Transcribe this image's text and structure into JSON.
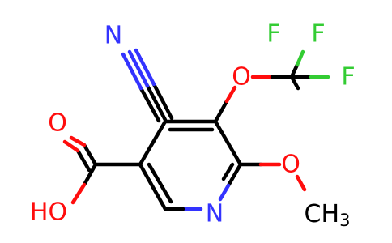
{
  "molecule": {
    "atoms": {
      "n_nitrile": {
        "symbol": "N",
        "color": "#3333ff"
      },
      "o_ether": {
        "symbol": "O",
        "color": "#ff0d0d"
      },
      "f1": {
        "symbol": "F",
        "color": "#33cc33"
      },
      "f2": {
        "symbol": "F",
        "color": "#33cc33"
      },
      "f3": {
        "symbol": "F",
        "color": "#33cc33"
      },
      "o_carbonyl": {
        "symbol": "O",
        "color": "#ff0d0d"
      },
      "oh": {
        "symbol": "HO",
        "color": "#ff0d0d"
      },
      "n_ring": {
        "symbol": "N",
        "color": "#3333ff"
      },
      "o_methoxy": {
        "symbol": "O",
        "color": "#ff0d0d"
      },
      "ch3": {
        "symbol": "CH",
        "subscript": "3",
        "color": "#000000"
      }
    }
  }
}
